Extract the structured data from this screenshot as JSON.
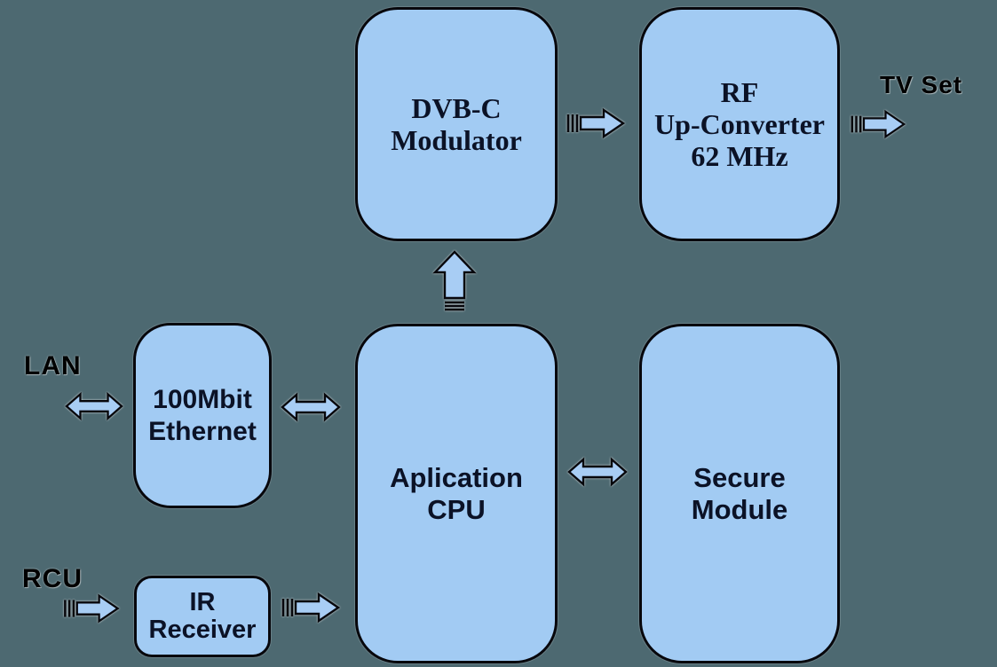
{
  "colors": {
    "background": "#4d6971",
    "block-fill": "#a2cbf3",
    "outline": "#07070c",
    "block-text": "#0b1226",
    "label-text": "#000000",
    "arrow-fill": "#a8cdf4"
  },
  "blocks": {
    "dvbc": {
      "line1": "DVB-C",
      "line2": "Modulator"
    },
    "rf": {
      "line1": "RF",
      "line2": "Up-Converter",
      "line3": "62 MHz"
    },
    "ethernet": {
      "line1": "100Mbit",
      "line2": "Ethernet"
    },
    "cpu": {
      "line1": "Aplication",
      "line2": "CPU"
    },
    "secure": {
      "line1": "Secure",
      "line2": "Module"
    },
    "ir": {
      "line1": "IR",
      "line2": "Receiver"
    }
  },
  "labels": {
    "lan": "LAN",
    "rcu": "RCU",
    "tv_set": "TV Set"
  }
}
